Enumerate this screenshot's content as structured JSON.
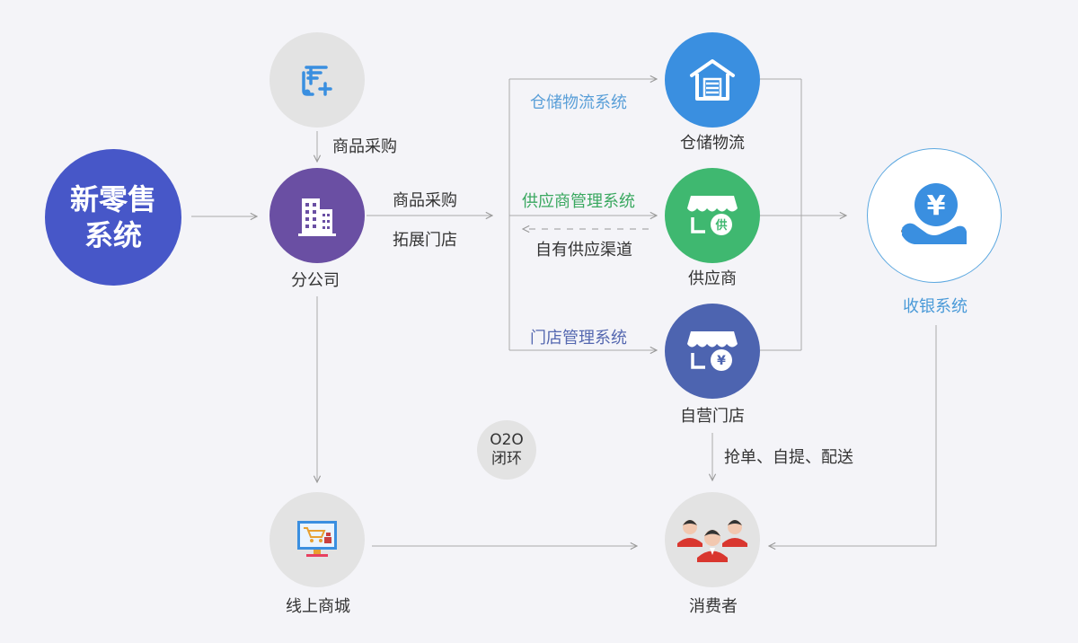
{
  "hub": {
    "line1": "新零售",
    "line2": "系统"
  },
  "nodes": {
    "procurement_source": {
      "icon": "truck-plus-icon"
    },
    "branch": {
      "label": "分公司",
      "icon": "building-icon"
    },
    "warehouse": {
      "label": "仓储物流",
      "icon": "warehouse-icon"
    },
    "supplier": {
      "label": "供应商",
      "icon": "supplier-store-icon",
      "badge": "供"
    },
    "own_store": {
      "label": "自营门店",
      "icon": "store-yen-icon",
      "badge": "¥"
    },
    "cashier": {
      "label": "收银系统",
      "icon": "yen-hand-icon",
      "symbol": "¥"
    },
    "online_mall": {
      "label": "线上商城",
      "icon": "computer-cart-icon"
    },
    "consumers": {
      "label": "消费者",
      "icon": "people-icon"
    },
    "o2o": {
      "line1": "O2O",
      "line2": "闭环"
    }
  },
  "edges": {
    "procurement": "商品采购",
    "branch_out_1": "商品采购",
    "branch_out_2": "拓展门店",
    "warehouse_system": "仓储物流系统",
    "supplier_system": "供应商管理系统",
    "own_supply": "自有供应渠道",
    "store_system": "门店管理系统",
    "delivery": "抢单、自提、配送"
  },
  "colors": {
    "hub": "#4757c8",
    "branch": "#6a4fa3",
    "warehouse": "#3a8fe0",
    "supplier": "#3fb870",
    "own_store": "#4d64b0",
    "gray_node": "#e3e3e3",
    "cashier_border": "#5ca8e0",
    "cashier_text": "#4a9ad8",
    "warehouse_text": "#5a9fd8",
    "supplier_text": "#3aa860",
    "store_text": "#5568b0"
  }
}
